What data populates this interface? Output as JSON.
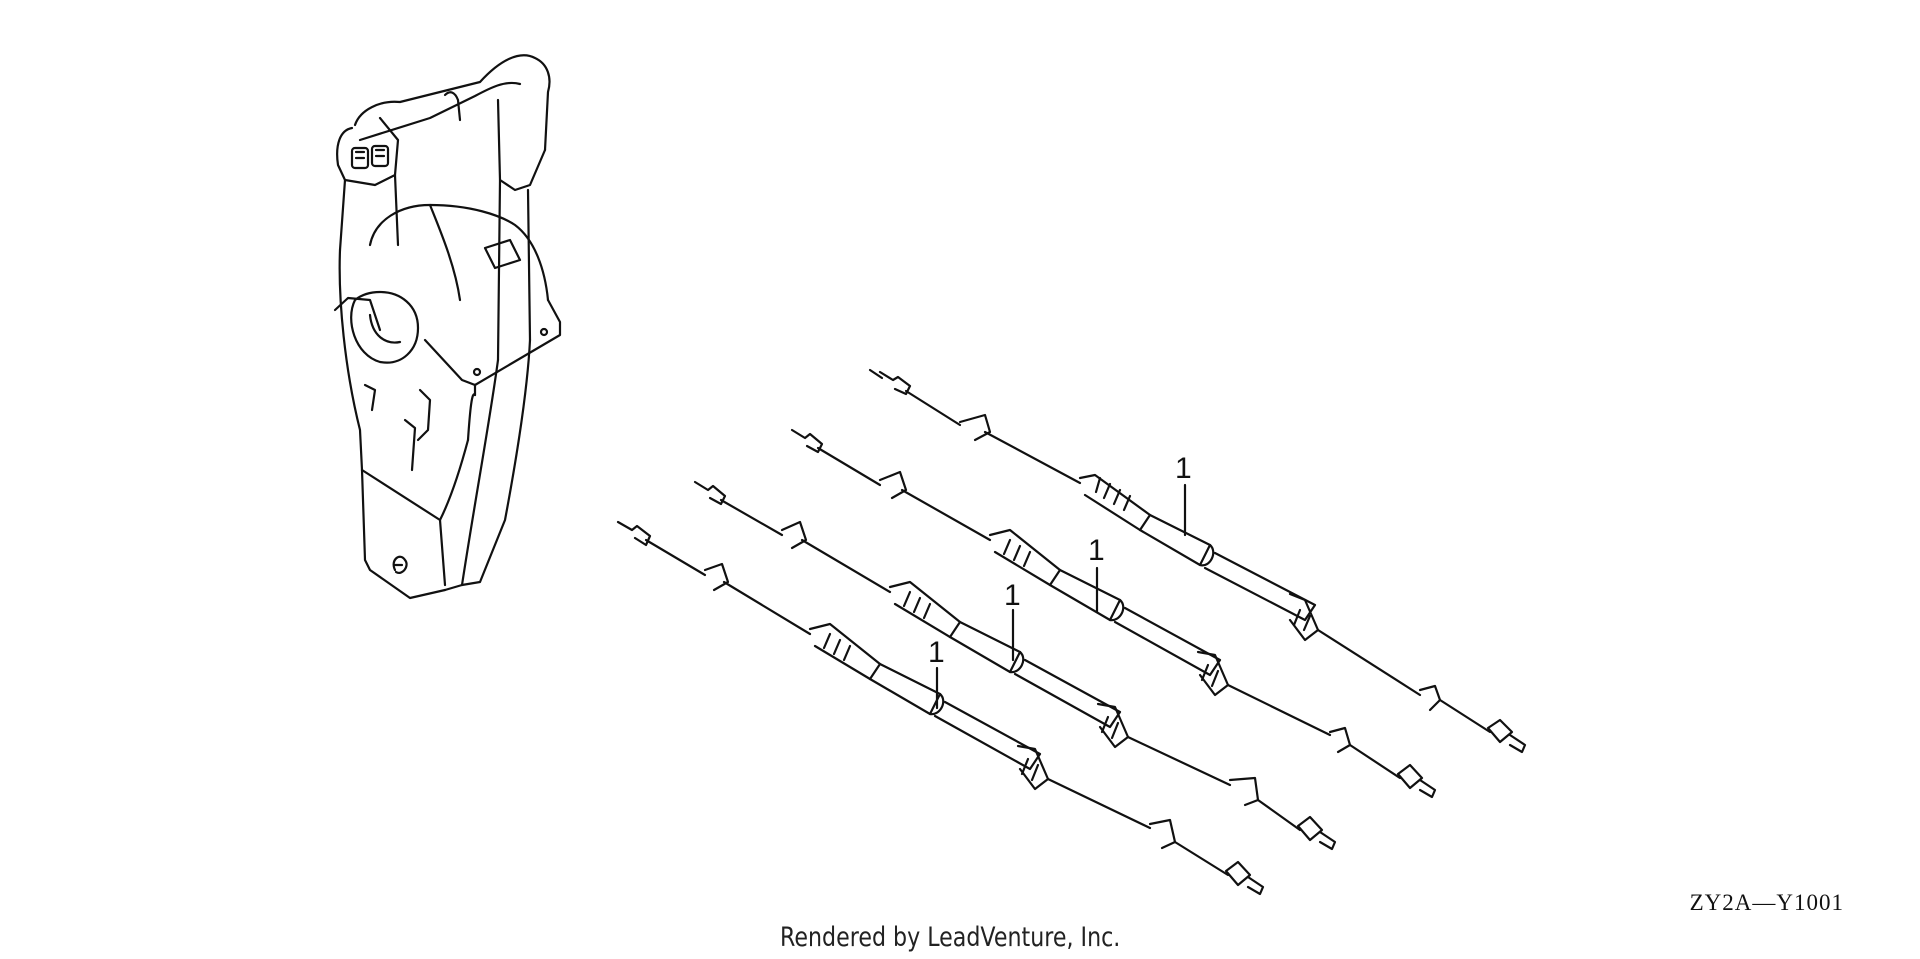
{
  "diagram": {
    "code": "ZY2A—Y1001",
    "credit": "Rendered by LeadVenture, Inc.",
    "callouts": [
      "1",
      "1",
      "1",
      "1"
    ],
    "parts": [
      "remote-control-box",
      "control-cable",
      "control-cable",
      "control-cable",
      "control-cable"
    ]
  },
  "colors": {
    "line": "#111111",
    "background": "#ffffff"
  }
}
